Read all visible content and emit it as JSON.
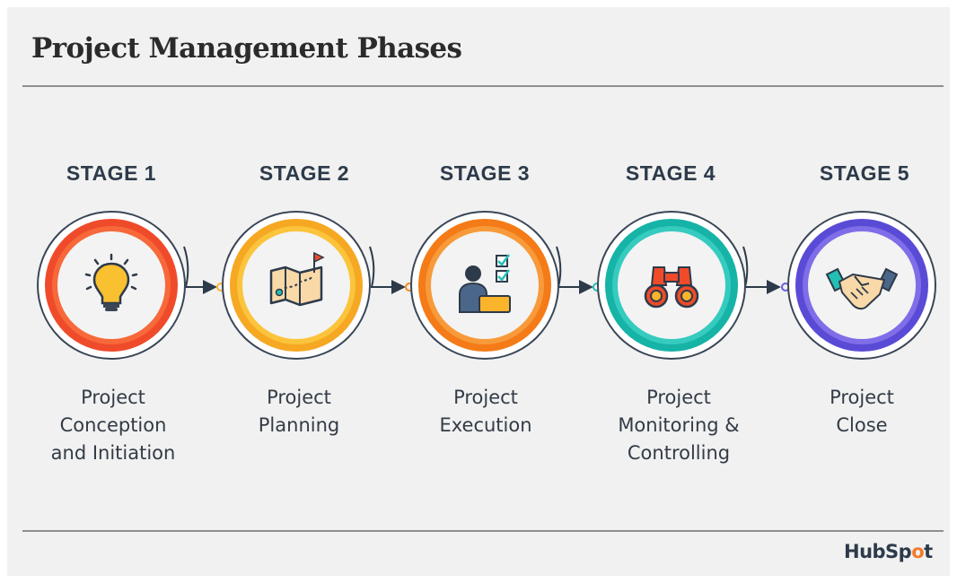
{
  "title": "Project Management Phases",
  "stages": [
    {
      "label": "STAGE 1",
      "desc": [
        "Project",
        "Conception",
        "and Initiation"
      ],
      "icon": "lightbulb-icon",
      "color": "#f0512c"
    },
    {
      "label": "STAGE 2",
      "desc": [
        "Project",
        "Planning"
      ],
      "icon": "map-icon",
      "color": "#f9b42c"
    },
    {
      "label": "STAGE 3",
      "desc": [
        "Project",
        "Execution"
      ],
      "icon": "worker-checklist-icon",
      "color": "#f7861f"
    },
    {
      "label": "STAGE 4",
      "desc": [
        "Project",
        "Monitoring &",
        "Controlling"
      ],
      "icon": "binoculars-icon",
      "color": "#23bfb3"
    },
    {
      "label": "STAGE 5",
      "desc": [
        "Project",
        "Close"
      ],
      "icon": "handshake-icon",
      "color": "#6b5bde"
    }
  ],
  "brand": {
    "name_prefix": "HubSp",
    "name_dot": "o",
    "name_suffix": "t"
  }
}
